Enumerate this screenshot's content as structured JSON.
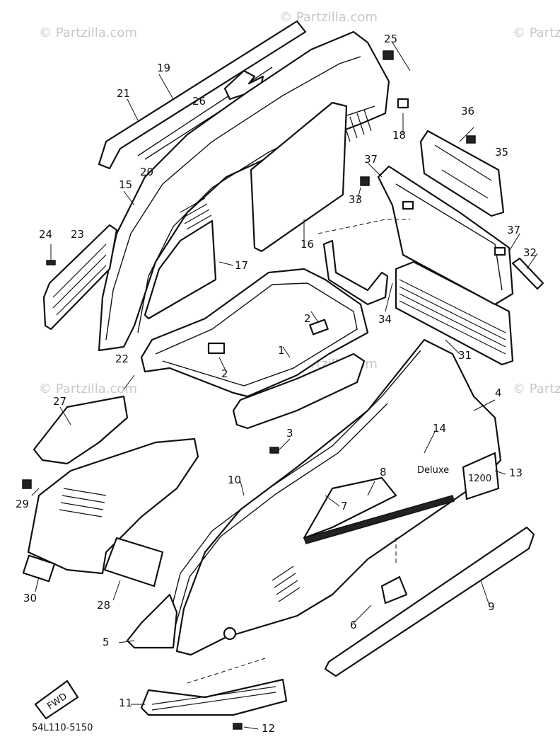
{
  "watermarks": [
    "© Partzilla.com",
    "© Partzilla.com",
    "© Partzilla.com",
    "© Partzilla.com",
    "© Partzilla.com",
    "© Partzilla.com"
  ],
  "callouts": [
    "1",
    "2",
    "2",
    "3",
    "4",
    "5",
    "6",
    "7",
    "8",
    "9",
    "10",
    "11",
    "12",
    "13",
    "14",
    "15",
    "16",
    "17",
    "18",
    "19",
    "20",
    "21",
    "22",
    "23",
    "24",
    "25",
    "26",
    "27",
    "28",
    "29",
    "30",
    "31",
    "32",
    "33",
    "34",
    "35",
    "36",
    "37",
    "37"
  ],
  "diagram_code": "54L110-5150",
  "fwd_badge": "FWD",
  "emblem_text": "Deluxe",
  "badge_text": "1200"
}
